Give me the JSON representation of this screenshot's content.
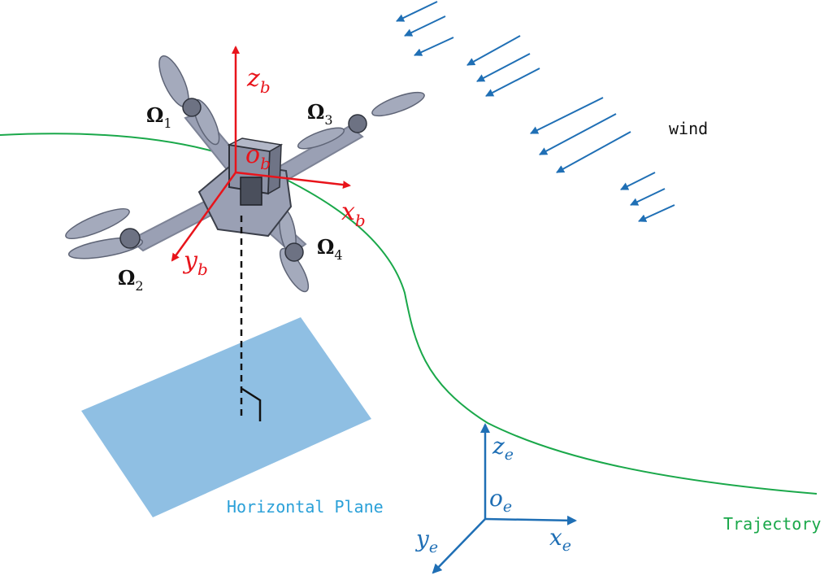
{
  "colors": {
    "body_axis": "#e8141b",
    "earth_axis": "#1f6fb5",
    "wind": "#1f6fb5",
    "trajectory": "#1aa84a",
    "plane_fill": "#8fbfe3",
    "plane_label": "#2aa0d8",
    "drone": "#9aa0b4",
    "drone_dark": "#3b3f4a",
    "rotor_label": "#111111"
  },
  "labels": {
    "wind": "wind",
    "trajectory": "Trajectory",
    "plane": "Horizontal Plane"
  },
  "body_frame": {
    "z": {
      "base": "z",
      "sub": "b"
    },
    "x": {
      "base": "x",
      "sub": "b"
    },
    "y": {
      "base": "y",
      "sub": "b"
    },
    "o": {
      "base": "o",
      "sub": "b"
    }
  },
  "earth_frame": {
    "z": {
      "base": "z",
      "sub": "e"
    },
    "x": {
      "base": "x",
      "sub": "e"
    },
    "y": {
      "base": "y",
      "sub": "e"
    },
    "o": {
      "base": "o",
      "sub": "e"
    }
  },
  "rotors": [
    {
      "base": "Ω",
      "sub": "1"
    },
    {
      "base": "Ω",
      "sub": "2"
    },
    {
      "base": "Ω",
      "sub": "3"
    },
    {
      "base": "Ω",
      "sub": "4"
    }
  ]
}
